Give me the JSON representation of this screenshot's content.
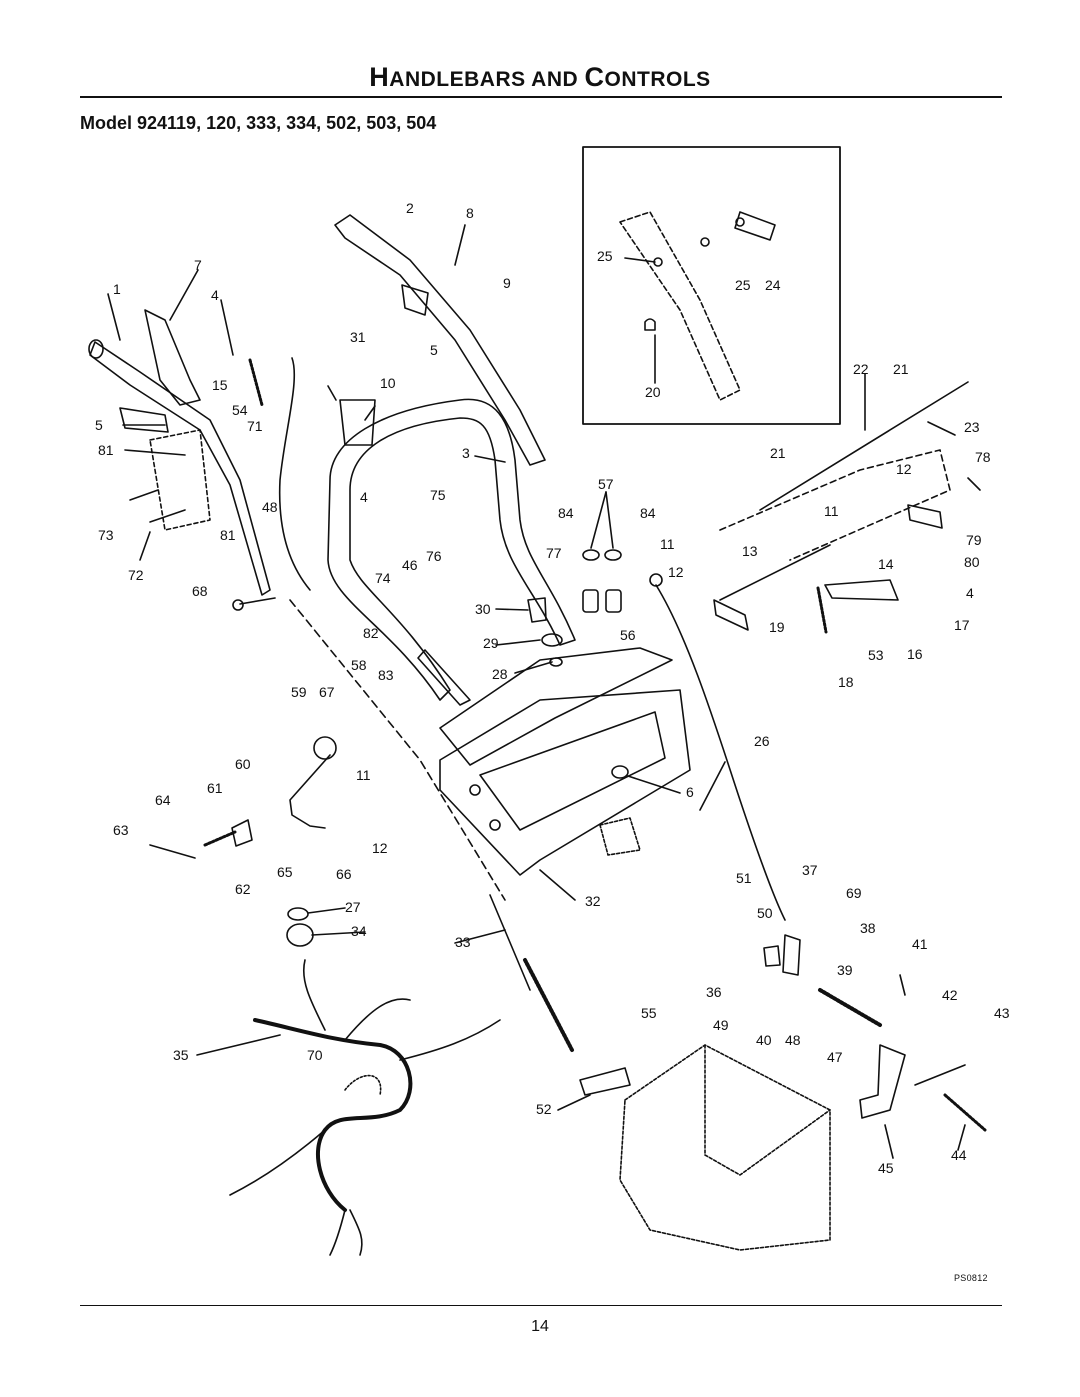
{
  "header": {
    "title_parts": [
      {
        "text": "H",
        "big": true
      },
      {
        "text": "ANDLEBARS AND ",
        "big": false
      },
      {
        "text": "C",
        "big": true
      },
      {
        "text": "ONTROLS",
        "big": false
      }
    ]
  },
  "model_line": "Model 924119, 120, 333, 334, 502, 503, 504",
  "diagram_code": "PS0812",
  "page_number": "14",
  "callouts": [
    "1",
    "7",
    "4",
    "15",
    "54",
    "5",
    "71",
    "81",
    "48",
    "73",
    "81",
    "72",
    "68",
    "2",
    "8",
    "9",
    "31",
    "5",
    "10",
    "3",
    "4",
    "75",
    "46",
    "76",
    "74",
    "25",
    "25",
    "24",
    "20",
    "22",
    "21",
    "23",
    "21",
    "12",
    "78",
    "57",
    "84",
    "84",
    "11",
    "77",
    "13",
    "11",
    "79",
    "12",
    "14",
    "80",
    "4",
    "30",
    "56",
    "19",
    "17",
    "82",
    "29",
    "53",
    "16",
    "28",
    "18",
    "58",
    "59",
    "67",
    "83",
    "60",
    "11",
    "61",
    "64",
    "63",
    "12",
    "65",
    "66",
    "62",
    "26",
    "6",
    "27",
    "34",
    "33",
    "32",
    "51",
    "37",
    "69",
    "50",
    "38",
    "41",
    "39",
    "36",
    "42",
    "43",
    "55",
    "49",
    "40",
    "48",
    "47",
    "35",
    "70",
    "52",
    "45",
    "44"
  ]
}
